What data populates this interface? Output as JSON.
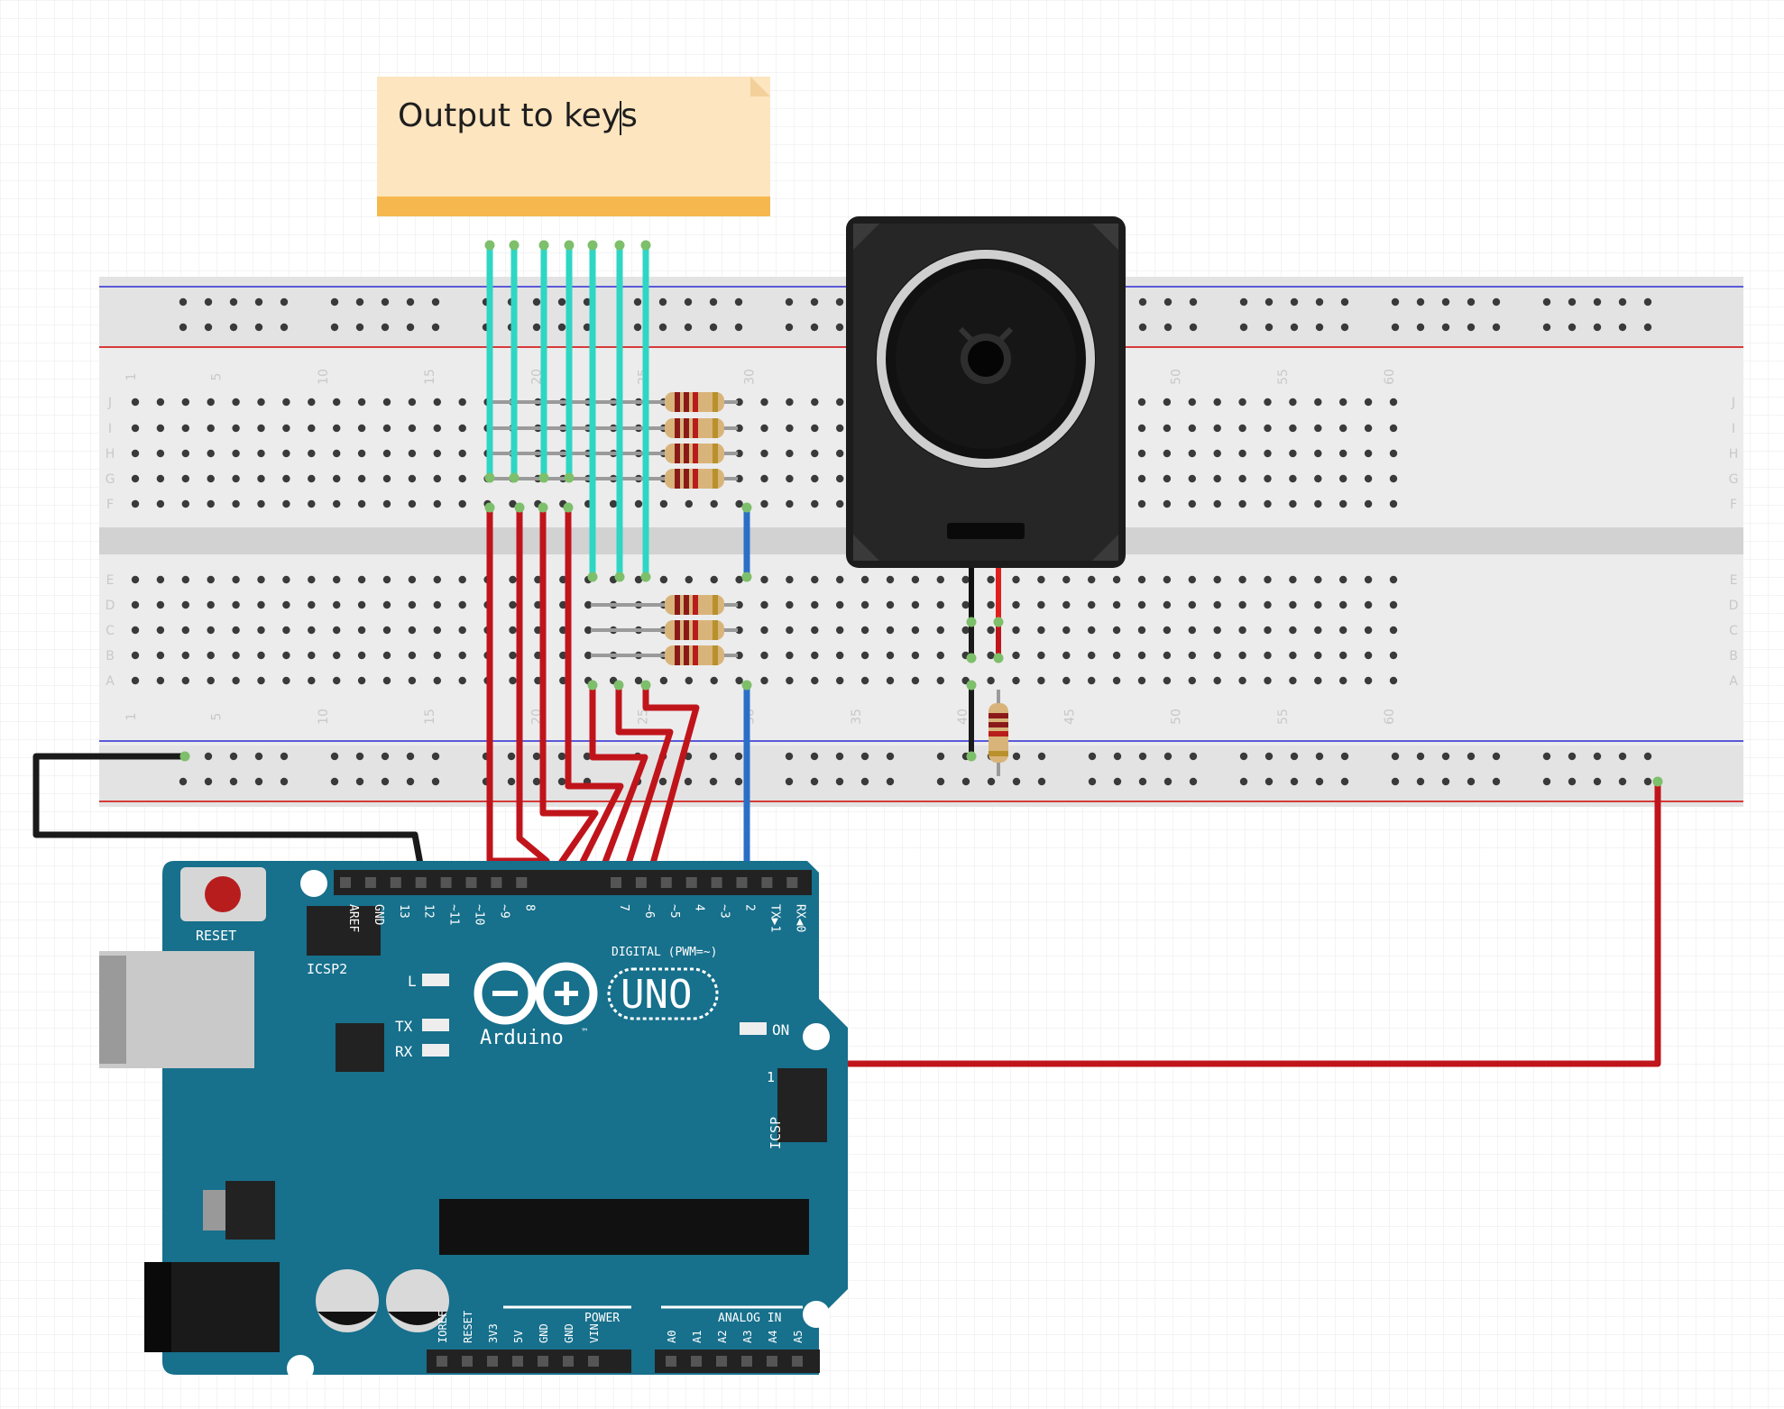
{
  "note": {
    "text": "Output to keys"
  },
  "arduino": {
    "reset_label": "RESET",
    "icsp2_label": "ICSP2",
    "icsp_label": "ICSP",
    "icsp_pin1": "1",
    "brand": "Arduino",
    "trademark": "™",
    "model": "UNO",
    "led_l": "L",
    "led_tx": "TX",
    "led_rx": "RX",
    "led_on": "ON",
    "digital_label": "DIGITAL (PWM=~)",
    "power_label": "POWER",
    "analog_label": "ANALOG IN",
    "top_pins": [
      "AREF",
      "GND",
      "13",
      "12",
      "~11",
      "~10",
      "~9",
      "8",
      "7",
      "~6",
      "~5",
      "4",
      "~3",
      "2",
      "TX▶1",
      "RX◀0"
    ],
    "power_pins": [
      "IOREF",
      "RESET",
      "3V3",
      "5V",
      "GND",
      "GND",
      "VIN"
    ],
    "analog_pins": [
      "A0",
      "A1",
      "A2",
      "A3",
      "A4",
      "A5"
    ]
  },
  "breadboard": {
    "row_letters_top": [
      "J",
      "I",
      "H",
      "G",
      "F"
    ],
    "row_letters_bottom": [
      "E",
      "D",
      "C",
      "B",
      "A"
    ],
    "column_numbers": [
      "1",
      "5",
      "10",
      "15",
      "20",
      "25",
      "30",
      "35",
      "40",
      "45",
      "50",
      "55",
      "60"
    ]
  },
  "colors": {
    "wire_cyan": "#2ed6c4",
    "wire_red": "#c0141b",
    "wire_blue": "#2a6fc6",
    "wire_black": "#1a1a1a",
    "board_teal": "#17708c",
    "note_bg": "#fde5bf",
    "note_bar": "#f6b84e"
  },
  "icons": [
    "speaker-icon",
    "resistor-icon",
    "arduino-logo-icon",
    "reset-button-icon"
  ]
}
